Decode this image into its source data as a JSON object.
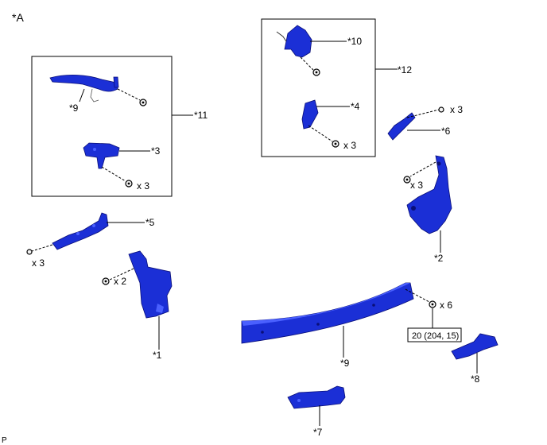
{
  "figure": {
    "view_label": "*A",
    "corner_code": "P"
  },
  "parts": [
    {
      "id": "p9a",
      "label": "*9"
    },
    {
      "id": "p11",
      "label": "*11"
    },
    {
      "id": "p3",
      "label": "*3"
    },
    {
      "id": "p5",
      "label": "*5"
    },
    {
      "id": "p1",
      "label": "*1"
    },
    {
      "id": "p10",
      "label": "*10"
    },
    {
      "id": "p12",
      "label": "*12"
    },
    {
      "id": "p4",
      "label": "*4"
    },
    {
      "id": "p6",
      "label": "*6"
    },
    {
      "id": "p2",
      "label": "*2"
    },
    {
      "id": "p9b",
      "label": "*9"
    },
    {
      "id": "p8",
      "label": "*8"
    },
    {
      "id": "p7",
      "label": "*7"
    }
  ],
  "quantities": {
    "bolts_p3": "x 3",
    "bolts_p5": "x 3",
    "bolts_p1": "x 2",
    "bolts_p4": "x 3",
    "bolts_p6": "x 3",
    "bolts_p2": "x 3",
    "bolts_p9": "x 6"
  },
  "torque_spec": "20 (204, 15)",
  "colors": {
    "part_fill": "#1b2fd6",
    "part_outline": "#0a0f78",
    "line": "#000000"
  }
}
